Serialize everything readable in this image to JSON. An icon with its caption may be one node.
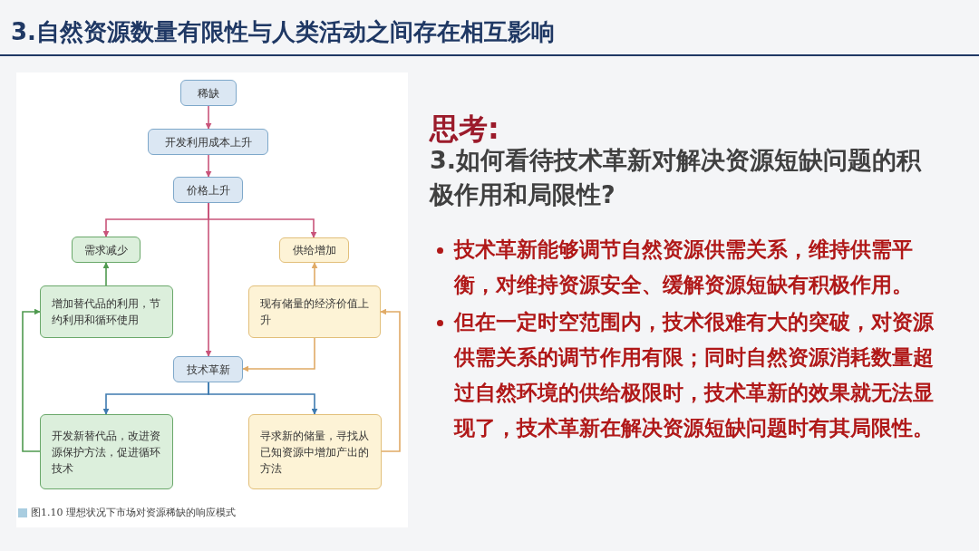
{
  "diagram": {
    "title": "3.自然资源数量有限性与人类活动之间存在相互影响",
    "caption": "图1.10 理想状况下市场对资源稀缺的响应模式",
    "nodes": [
      {
        "text": [
          "稀缺"
        ]
      },
      {
        "text": [
          "开发利用成本上升"
        ]
      },
      {
        "text": [
          "价格上升"
        ]
      },
      {
        "text": [
          "需求减少"
        ]
      },
      {
        "text": [
          "供给增加"
        ]
      },
      {
        "text": [
          "增加替代品的利用，节约利用和循环使用"
        ]
      },
      {
        "text": [
          "现有储量的经济价值上升"
        ]
      },
      {
        "text": [
          "技术革新"
        ]
      },
      {
        "text": [
          "开发新替代品，改进资源保护方法，促进循环技术"
        ]
      },
      {
        "text": [
          "寻求新的储量，寻找从已知资源中增加产出的方法"
        ]
      }
    ],
    "edges": [
      {
        "from": 0,
        "to": 1,
        "arrow": "to"
      },
      {
        "from": 1,
        "to": 2,
        "arrow": "to"
      },
      {
        "from": 2,
        "to": 3,
        "arrow": "to"
      },
      {
        "from": 2,
        "to": 4,
        "arrow": "to"
      },
      {
        "from": 2,
        "to": 7,
        "arrow": "to"
      },
      {
        "from": 5,
        "to": 3,
        "arrow": "to",
        "color": "#4f9a4f"
      },
      {
        "from": 6,
        "to": 4,
        "arrow": "to",
        "color": "#e0aa66"
      },
      {
        "from": 6,
        "to": 7,
        "arrow": "to",
        "color": "#e0aa66"
      },
      {
        "from": 7,
        "to": 8,
        "arrow": "to",
        "color": "#3f7bb0"
      },
      {
        "from": 7,
        "to": 9,
        "arrow": "to",
        "color": "#3f7bb0"
      },
      {
        "from": 8,
        "to": 5,
        "arrow": "to",
        "color": "#4f9a4f"
      },
      {
        "from": 9,
        "to": 6,
        "arrow": "to",
        "color": "#e0aa66"
      }
    ],
    "labels": [
      "思考:",
      "3.如何看待技术革新对解决资源短缺问题的积极作用和局限性?",
      "技术革新能够调节自然资源供需关系，维持供需平衡，对维持资源安全、缓解资源短缺有积极作用。",
      "但在一定时空范围内，技术很难有大的突破，对资源供需关系的调节作用有限；同时自然资源消耗数量超过自然环境的供给极限时，技术革新的效果就无法显现了，技术革新在解决资源短缺问题时有其局限性。"
    ]
  }
}
